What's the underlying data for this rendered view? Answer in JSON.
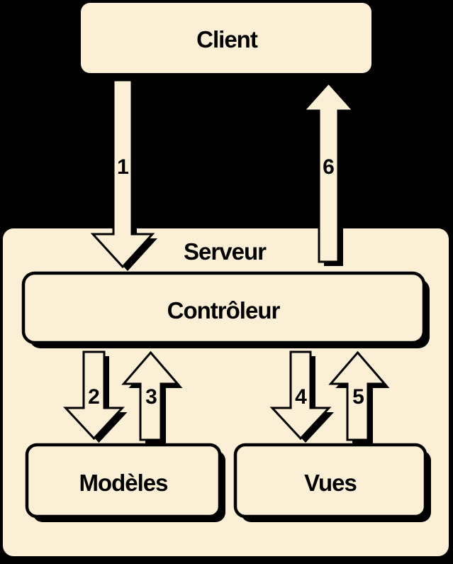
{
  "colors": {
    "background": "#000000",
    "shape_fill": "#FBF0D5",
    "outline": "#000000",
    "text": "#000000"
  },
  "nodes": {
    "client": {
      "label": "Client"
    },
    "serveur": {
      "label": "Serveur"
    },
    "controleur": {
      "label": "Contrôleur"
    },
    "modeles": {
      "label": "Modèles"
    },
    "vues": {
      "label": "Vues"
    }
  },
  "arrows": [
    {
      "label": "1",
      "direction": "down",
      "from": "Client",
      "to": "Contrôleur"
    },
    {
      "label": "2",
      "direction": "down",
      "from": "Contrôleur",
      "to": "Modèles"
    },
    {
      "label": "3",
      "direction": "up",
      "from": "Modèles",
      "to": "Contrôleur"
    },
    {
      "label": "4",
      "direction": "down",
      "from": "Contrôleur",
      "to": "Vues"
    },
    {
      "label": "5",
      "direction": "up",
      "from": "Vues",
      "to": "Contrôleur"
    },
    {
      "label": "6",
      "direction": "up",
      "from": "Contrôleur",
      "to": "Client"
    }
  ]
}
